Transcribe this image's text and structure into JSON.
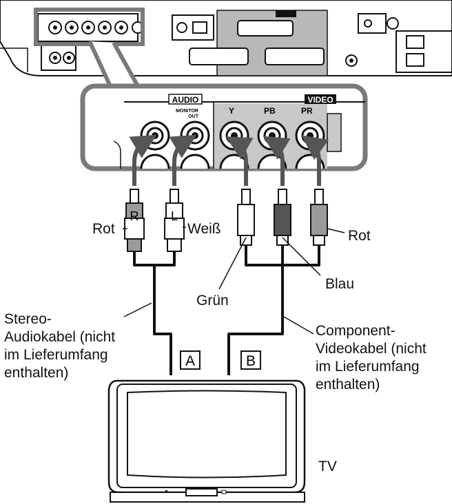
{
  "panel": {
    "audio_label": "AUDIO",
    "video_label": "VIDEO",
    "monitor_out_line1": "MONITOR",
    "monitor_out_line2": "OUT",
    "jack_y": "Y",
    "jack_pb": "PB",
    "jack_pr": "PR"
  },
  "plugs": {
    "audio_right_letter": "R",
    "audio_left_letter": "L"
  },
  "labels": {
    "rot_left": "Rot",
    "weiss": "Weiß",
    "rot_right": "Rot",
    "gruen": "Grün",
    "blau": "Blau",
    "tv": "TV",
    "tag_a": "A",
    "tag_b": "B",
    "stereo_cable": [
      "Stereo-",
      "Audiokabel (nicht",
      "im Lieferumfang",
      "enthalten)"
    ],
    "component_cable": [
      "Component-",
      "Videokabel (nicht",
      "im Lieferumfang",
      "enthalten)"
    ]
  },
  "colors": {
    "line": "#111111",
    "panel_gray": "#7a7a7a",
    "video_area": "#c8c8c8",
    "plug_dark": "#555555",
    "plug_mid": "#9a9a9a"
  }
}
